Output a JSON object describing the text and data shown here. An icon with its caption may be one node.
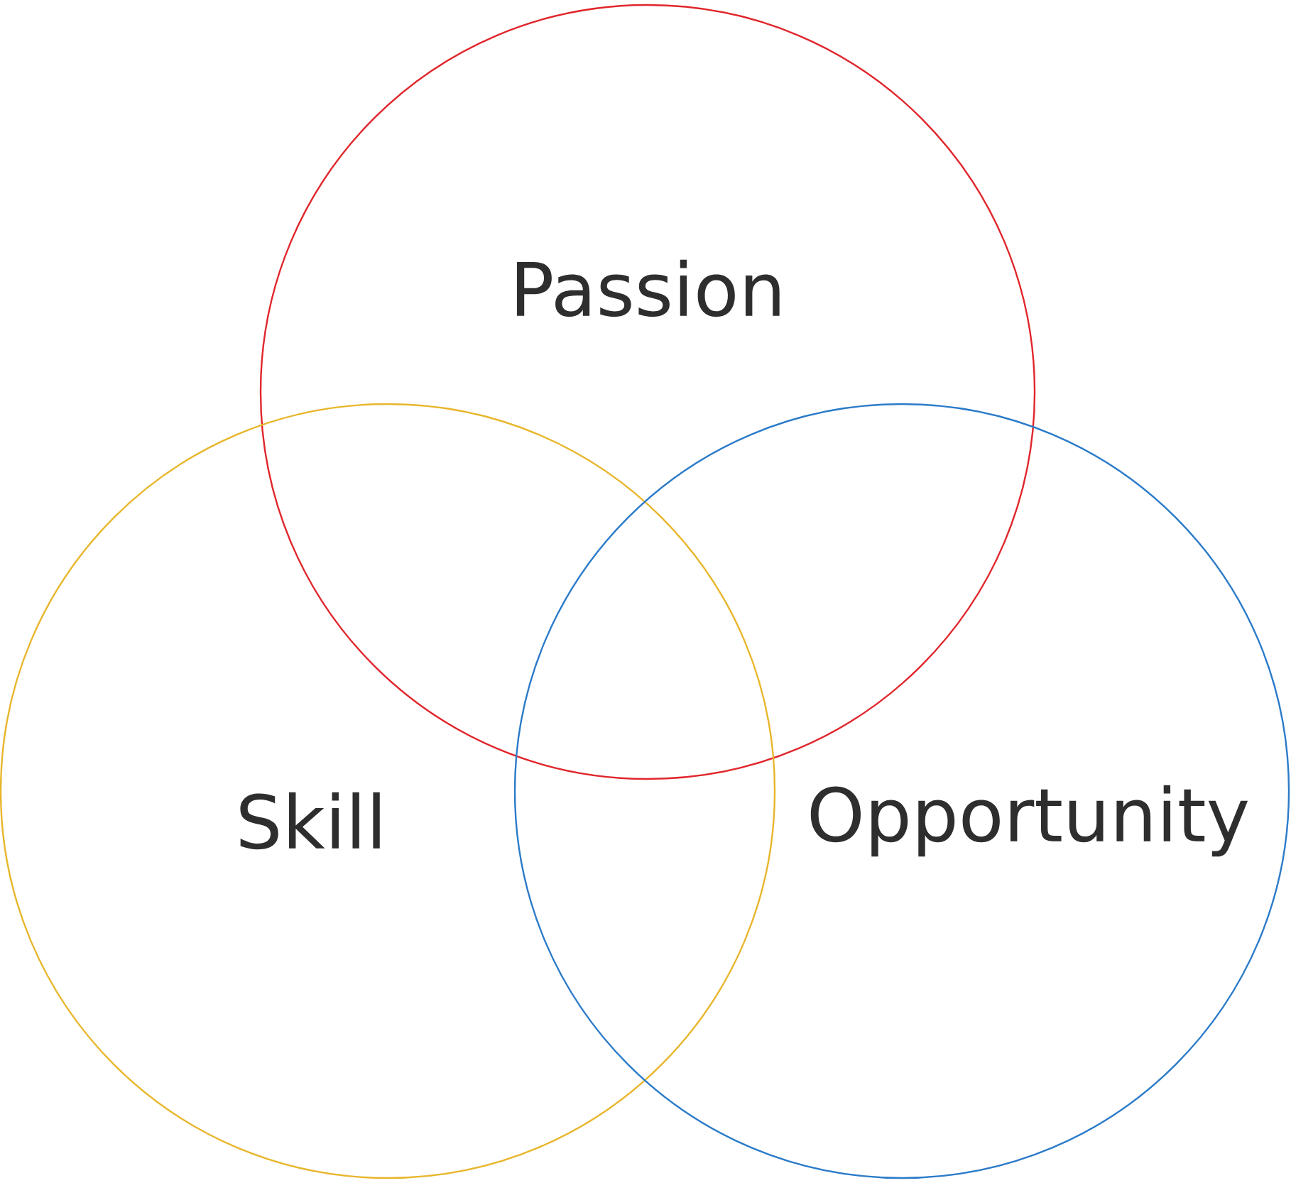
{
  "diagram": {
    "nodes": [
      {
        "text": [
          "Passion"
        ]
      },
      {
        "text": [
          "Skill"
        ]
      },
      {
        "text": [
          "Opportunity"
        ]
      }
    ]
  }
}
